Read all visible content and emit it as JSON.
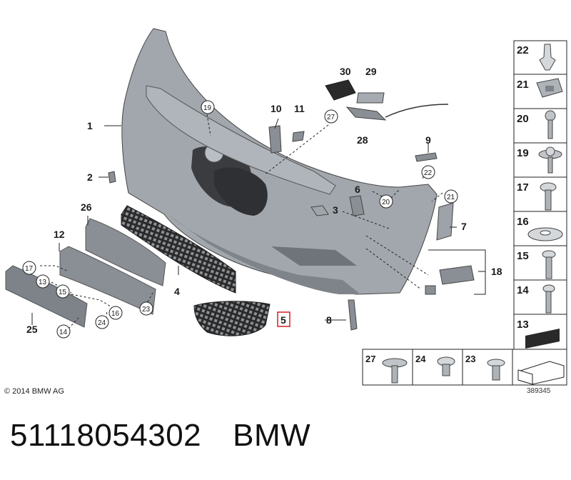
{
  "diagram": {
    "callouts": [
      "1",
      "2",
      "3",
      "4",
      "5",
      "6",
      "7",
      "8",
      "9",
      "10",
      "11",
      "12",
      "18",
      "25",
      "26",
      "28",
      "29",
      "30"
    ],
    "circled": [
      "13",
      "14",
      "15",
      "16",
      "17",
      "19",
      "20",
      "21",
      "22",
      "23",
      "24",
      "27"
    ],
    "side_panel": [
      "22",
      "21",
      "20",
      "19",
      "17",
      "16",
      "15",
      "14",
      "13"
    ],
    "bottom_panel": [
      "27",
      "24",
      "23"
    ],
    "highlighted": "5",
    "highlight_color": "#d62020",
    "part_color": "#9a9fa5",
    "part_dark": "#1e1e1e"
  },
  "footer": {
    "copyright": "© 2014 BMW AG",
    "reference": "389345"
  },
  "part": {
    "number": "51118054302",
    "brand": "BMW"
  }
}
